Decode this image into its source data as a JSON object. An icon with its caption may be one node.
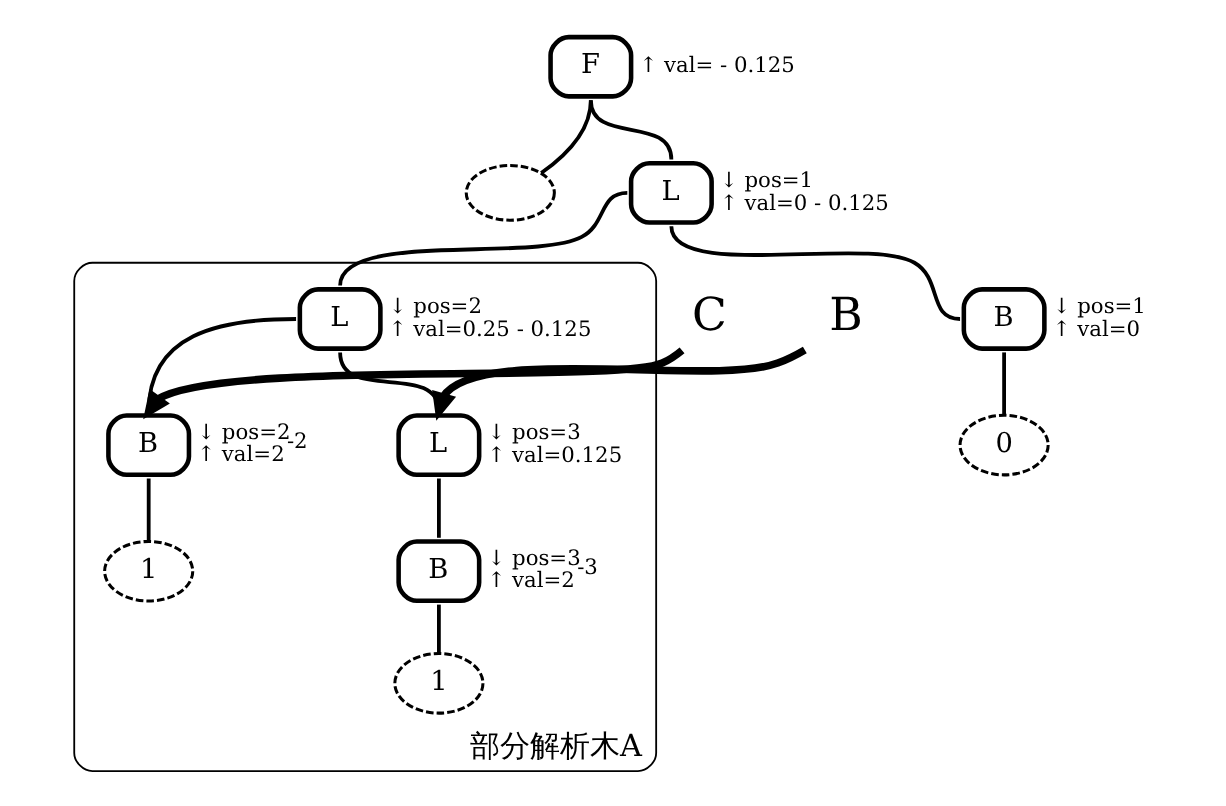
{
  "diagram": {
    "nodes": [
      {
        "text": [
          "F"
        ],
        "beside": [
          "↑ val= - 0.125"
        ]
      },
      {
        "text": [],
        "shape": "ellipse"
      },
      {
        "text": [
          "L"
        ],
        "beside": [
          "↓ pos=1",
          "↑ val=0 - 0.125"
        ]
      },
      {
        "text": [
          "C"
        ]
      },
      {
        "text": [
          "B"
        ],
        "beside": [
          "↓ pos=1",
          "↑ val=0"
        ]
      },
      {
        "text": [
          "部分解析木A"
        ]
      },
      {
        "text": [
          "L"
        ],
        "beside": [
          "↓ pos=2",
          "↑ val=0.25 - 0.125"
        ],
        "in": 5
      },
      {
        "text": [
          "0"
        ]
      },
      {
        "text": [
          "B"
        ],
        "beside": [
          "↓ pos=2",
          "↑ val=2$^{-2}$"
        ],
        "in": 5
      },
      {
        "text": [
          "1"
        ],
        "in": 5
      },
      {
        "text": [
          "L"
        ],
        "beside": [
          "↓ pos=3",
          "↑ val=0.125"
        ],
        "in": 5
      },
      {
        "text": [
          "B"
        ],
        "beside": [
          "↓ pos=3",
          "↑ val=2$^{-3}$"
        ],
        "in": 5
      },
      {
        "text": [
          "B"
        ]
      },
      {
        "text": [
          "1"
        ],
        "in": 5
      }
    ],
    "edges": [
      {
        "from": 0,
        "to": 1,
        "arrow": "none"
      },
      {
        "from": 0,
        "to": 2,
        "arrow": "none"
      },
      {
        "from": 2,
        "to": 4,
        "arrow": "none"
      },
      {
        "from": 2,
        "to": 6,
        "arrow": "none"
      },
      {
        "from": 4,
        "to": 7,
        "arrow": "none"
      },
      {
        "from": 6,
        "to": 8,
        "arrow": "none"
      },
      {
        "from": 6,
        "to": 10,
        "arrow": "none"
      },
      {
        "from": 8,
        "to": 9,
        "arrow": "none"
      },
      {
        "from": 10,
        "to": 11,
        "arrow": "none"
      },
      {
        "from": 11,
        "to": 13,
        "arrow": "none"
      },
      {
        "from": 3,
        "to": 8,
        "arrow": "to",
        "style": "thick"
      },
      {
        "from": 12,
        "to": 10,
        "arrow": "to",
        "style": "thick"
      }
    ]
  }
}
